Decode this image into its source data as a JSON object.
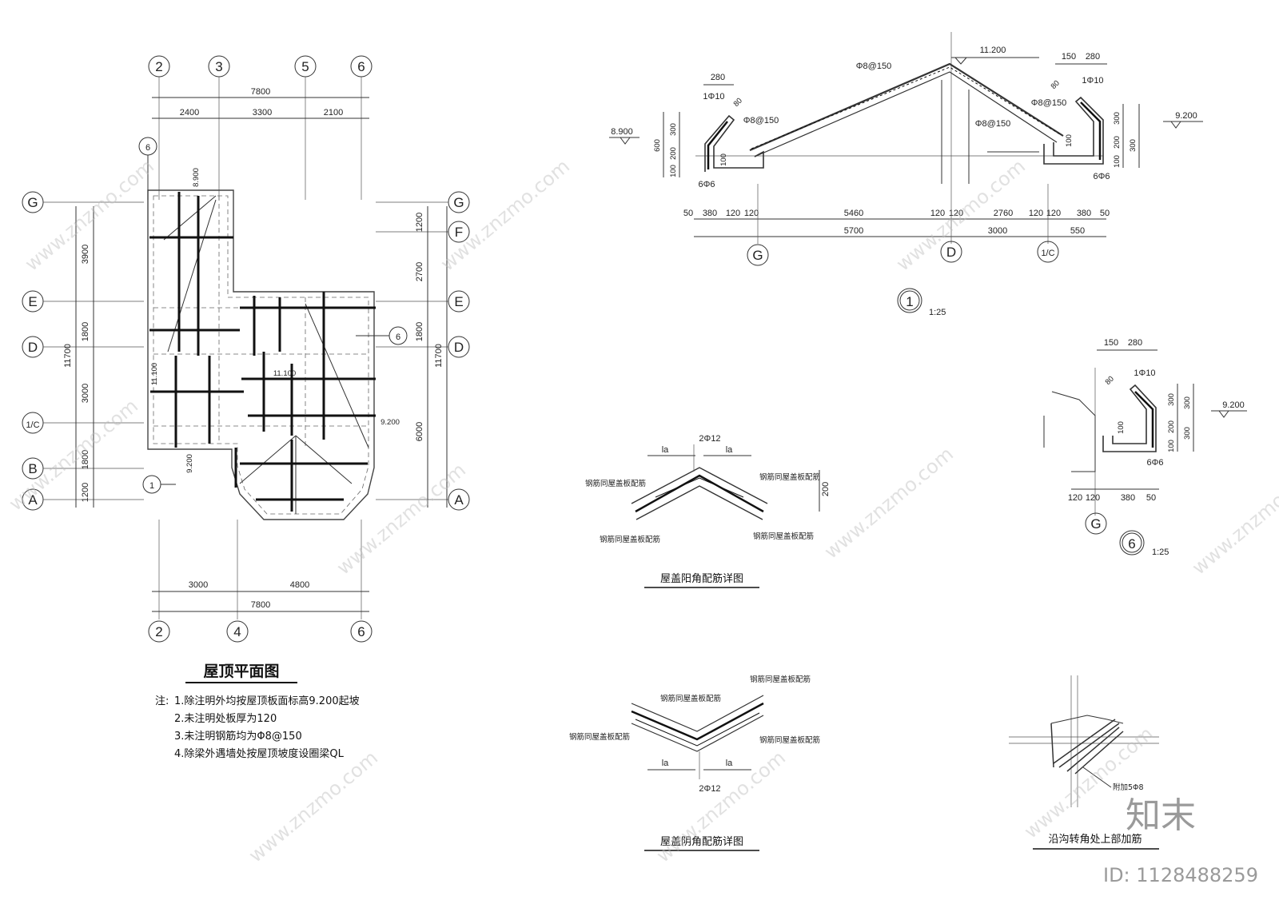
{
  "plan": {
    "title": "屋顶平面图",
    "notes_prefix": "注:",
    "notes": [
      "1.除注明外均按屋顶板面标高9.200起坡",
      "2.未注明处板厚为120",
      "3.未注明钢筋均为Φ8@150",
      "4.除梁外遇墙处按屋顶坡度设圈梁QL"
    ],
    "top_axes": [
      "2",
      "3",
      "5",
      "6"
    ],
    "bottom_axes": [
      "2",
      "4",
      "6"
    ],
    "side_axes": [
      "G",
      "F",
      "E",
      "D",
      "1/C",
      "B",
      "A"
    ],
    "top_total": "7800",
    "top_dims": [
      "2400",
      "3300",
      "2100"
    ],
    "bottom_dims": [
      "3000",
      "4800"
    ],
    "bottom_total": "7800",
    "left_total": "11700",
    "left_dims": [
      "3900",
      "1800",
      "3000",
      "1800",
      "1200"
    ],
    "right_total": "11700",
    "right_dims": [
      "1200",
      "2700",
      "1800",
      "6000"
    ],
    "labels": {
      "elev_8900": "8.900",
      "elev_11100a": "11.100",
      "elev_11100b": "11.100",
      "elev_9200a": "9.200",
      "elev_9200b": "9.200",
      "sec_6": "6",
      "sec_1": "1"
    }
  },
  "section1": {
    "scale": "1:25",
    "number": "1",
    "ridge_elev": "11.200",
    "left_elev": "8.900",
    "right_elev": "9.200",
    "rebar": {
      "top": "Φ8@150",
      "left_a": "1Φ10",
      "left_b": "Φ8@150",
      "left_c": "6Φ6",
      "right_a": "1Φ10",
      "right_b": "Φ8@150",
      "right_c": "Φ8@150",
      "right_d": "6Φ6"
    },
    "dims_top_left": "280",
    "dims_top_right_a": "150",
    "dims_top_right_b": "280",
    "dims_80a": "80",
    "dims_80b": "80",
    "left_vert": [
      "300",
      "200",
      "100",
      "600"
    ],
    "left_100": "100",
    "right_vert": [
      "300",
      "200",
      "100",
      "300"
    ],
    "right_100": "100",
    "bottom_row1": [
      "50",
      "380",
      "120",
      "120",
      "5460",
      "120",
      "120",
      "2760",
      "120",
      "120",
      "380",
      "50"
    ],
    "bottom_row2": [
      "5700",
      "3000",
      "550"
    ],
    "axes": [
      "G",
      "D",
      "1/C"
    ]
  },
  "section6": {
    "scale": "1:25",
    "number": "6",
    "elev": "9.200",
    "dims_top": [
      "150",
      "280"
    ],
    "dim_80": "80",
    "rebar_a": "1Φ10",
    "rebar_b": "6Φ6",
    "vert": [
      "300",
      "200",
      "100",
      "300",
      "300"
    ],
    "dim_100": "100",
    "bottom": [
      "120",
      "120",
      "380",
      "50"
    ],
    "axis": "G"
  },
  "detail_yang": {
    "title": "屋盖阳角配筋详图",
    "top_rebar": "2Φ12",
    "la_left": "la",
    "la_right": "la",
    "height": "200",
    "labels": [
      "钢筋同屋盖板配筋",
      "钢筋同屋盖板配筋",
      "钢筋同屋盖板配筋",
      "钢筋同屋盖板配筋"
    ]
  },
  "detail_yin": {
    "title": "屋盖阴角配筋详图",
    "bottom_rebar": "2Φ12",
    "la_left": "la",
    "la_right": "la",
    "labels": [
      "钢筋同屋盖板配筋",
      "钢筋同屋盖板配筋",
      "钢筋同屋盖板配筋",
      "钢筋同屋盖板配筋"
    ]
  },
  "detail_gutter": {
    "title": "沿沟转角处上部加筋",
    "rebar": "附加5Φ8"
  },
  "watermark": {
    "url": "www.znzmo.com",
    "brand": "知末",
    "id": "ID: 1128488259"
  }
}
